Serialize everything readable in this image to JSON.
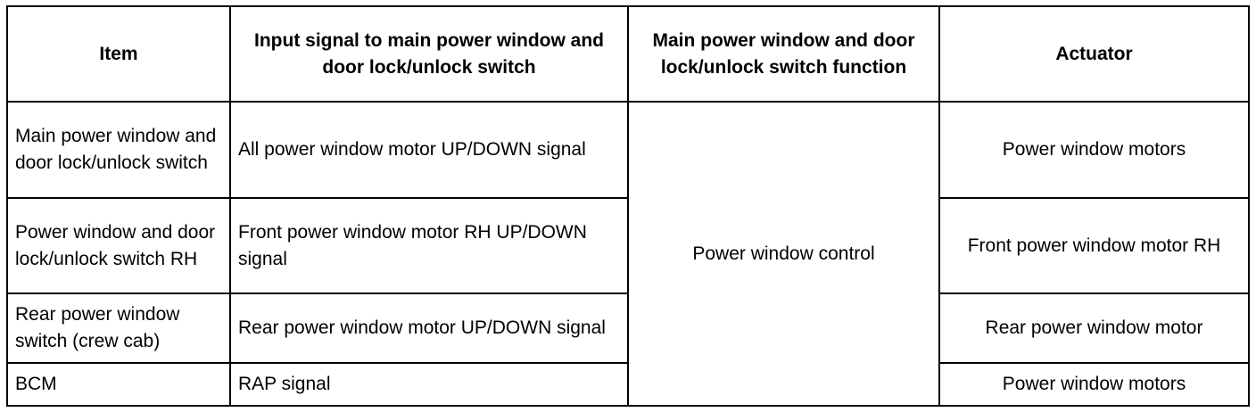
{
  "table": {
    "headers": [
      "Item",
      "Input signal to main power window and door lock/unlock switch",
      "Main power window and door lock/unlock switch function",
      "Actuator"
    ],
    "function": "Power window control",
    "rows": [
      {
        "item": "Main power window and door lock/unlock switch",
        "input": "All power window motor UP/DOWN signal",
        "actuator": "Power window motors"
      },
      {
        "item": "Power window and door lock/unlock switch RH",
        "input": "Front power window motor RH UP/DOWN signal",
        "actuator": "Front power window motor RH"
      },
      {
        "item": "Rear power window switch (crew cab)",
        "input": "Rear power window motor UP/DOWN signal",
        "actuator": "Rear power window motor"
      },
      {
        "item": "BCM",
        "input": "RAP signal",
        "actuator": "Power window motors"
      }
    ]
  }
}
